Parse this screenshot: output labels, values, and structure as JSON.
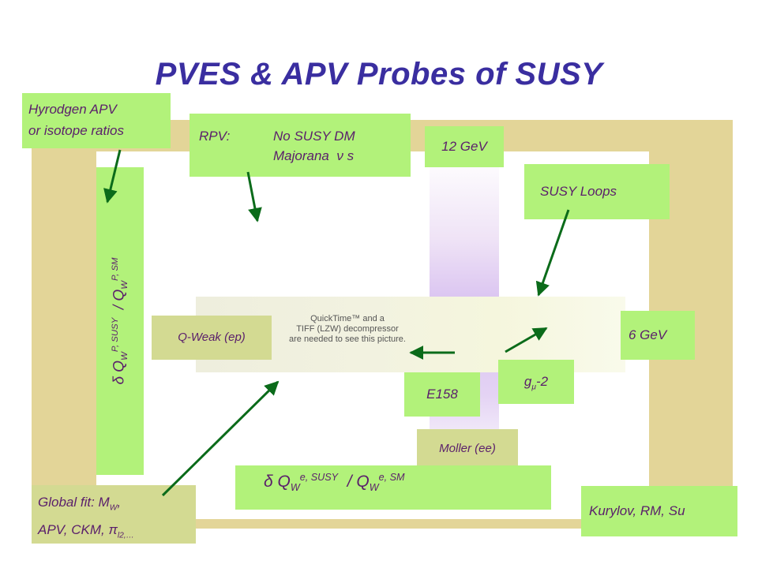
{
  "title": "PVES & APV Probes of SUSY",
  "colors": {
    "title": "#3a2ea0",
    "frame": "#e3d598",
    "green_box": "#b2f27a",
    "olive_box": "#d3da92",
    "label_text": "#5a1f6b",
    "arrow": "#0b6b1a"
  },
  "boxes": {
    "hydrogen_apv": {
      "line1": "Hyrodgen APV",
      "line2": "or isotope ratios"
    },
    "rpv": {
      "prefix": "RPV:",
      "line1": "No SUSY DM",
      "line2_pre": "Majorana",
      "nu": "ν",
      "line2_post": "s"
    },
    "gev12": "12 GeV",
    "susy_loops": "SUSY Loops",
    "qweak": "Q-Weak (ep)",
    "gev6": "6 GeV",
    "gmu2": {
      "g": "g",
      "mu": "μ",
      "rest": "-2"
    },
    "e158": "E158",
    "moller": "Moller (ee)",
    "kurylov": "Kurylov, RM, Su",
    "global_fit": {
      "line1_pre": "Global fit: M",
      "line1_sub": "W",
      "line1_post": ",",
      "line2_pre": "APV, CKM,",
      "pi": "π",
      "line2_sub": "l2,…"
    }
  },
  "ratio_proton": {
    "delta": "δ",
    "q": "Q",
    "w1": "W",
    "sup1": "P, SUSY",
    "slash": "/ Q",
    "w2": "W",
    "sup2": "P, SM"
  },
  "ratio_electron": {
    "delta": "δ",
    "q": "Q",
    "w1": "W",
    "sup1": "e, SUSY",
    "slash": "/ Q",
    "w2": "W",
    "sup2": "e, SM"
  },
  "placeholder_image": {
    "line1": "QuickTime™ and a",
    "line2": "TIFF (LZW) decompressor",
    "line3": "are needed to see this picture."
  },
  "arrows": [
    "hydrogen-to-proton-ratio",
    "rpv-down",
    "susy-loops-down",
    "e158-left",
    "gmu2-up-right",
    "global-fit-up-right"
  ]
}
